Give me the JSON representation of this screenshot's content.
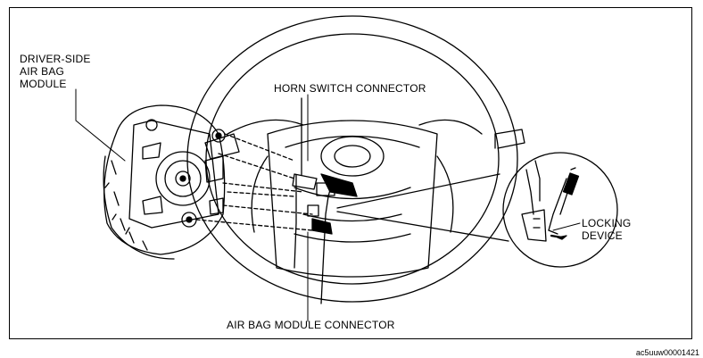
{
  "labels": {
    "airbag_module": "DRIVER-SIDE\nAIR BAG\nMODULE",
    "horn_switch_connector": "HORN SWITCH CONNECTOR",
    "locking_device": "LOCKING\nDEVICE",
    "airbag_module_connector": "AIR BAG MODULE CONNECTOR"
  },
  "figure_code": "ac5uuw00001421"
}
